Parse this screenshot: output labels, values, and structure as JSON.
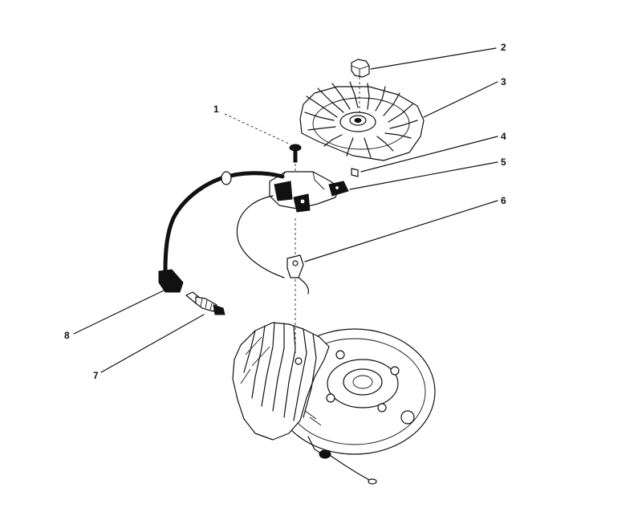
{
  "callouts": [
    {
      "number": "1",
      "part": "screw"
    },
    {
      "number": "2",
      "part": "nut"
    },
    {
      "number": "3",
      "part": "flywheel"
    },
    {
      "number": "4",
      "part": "key"
    },
    {
      "number": "5",
      "part": "ignition-module"
    },
    {
      "number": "6",
      "part": "ground-clip"
    },
    {
      "number": "7",
      "part": "spark-plug"
    },
    {
      "number": "8",
      "part": "spark-plug-boot"
    }
  ],
  "colors": {
    "ink": "#111111",
    "paper": "#ffffff"
  }
}
